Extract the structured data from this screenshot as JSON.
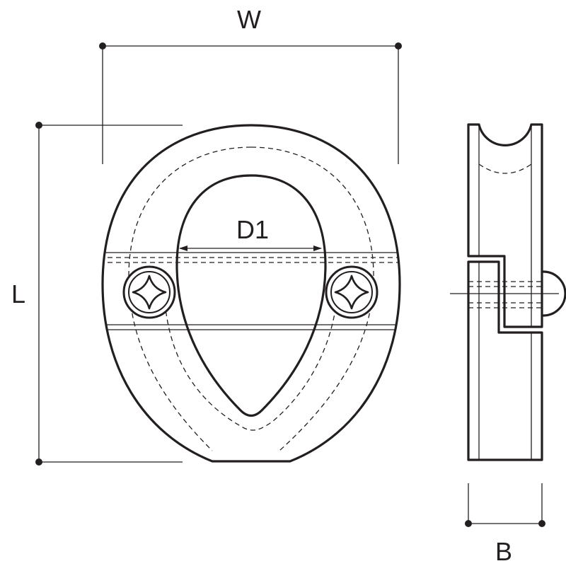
{
  "labels": {
    "width": "W",
    "length": "L",
    "inner_diameter": "D1",
    "breadth": "B"
  },
  "colors": {
    "line": "#231f20",
    "background": "#ffffff"
  }
}
